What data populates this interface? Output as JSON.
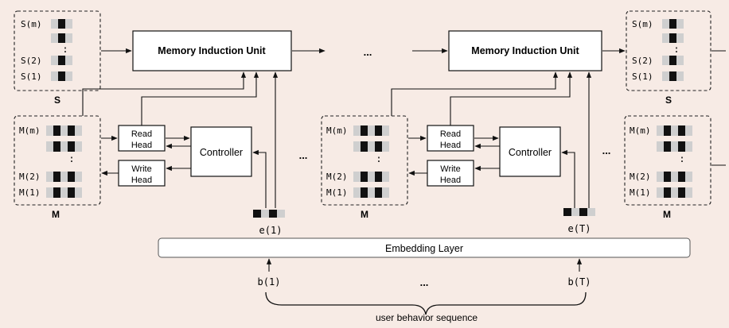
{
  "colors": {
    "background": "#f7ebe5",
    "cell_dark": "#111111",
    "cell_light": "#cfcfcf"
  },
  "labels": {
    "miu": "Memory Induction Unit",
    "ellipsis": "...",
    "vellipsis": ":",
    "read_l1": "Read",
    "read_l2": "Head",
    "write_l1": "Write",
    "write_l2": "Head",
    "controller": "Controller",
    "embedding": "Embedding Layer",
    "sequence": "user behavior sequence",
    "s_m": "S(m)",
    "s_2": "S(2)",
    "s_1": "S(1)",
    "s": "S",
    "m_m": "M(m)",
    "m_2": "M(2)",
    "m_1": "M(1)",
    "m": "M",
    "e_1": "e(1)",
    "e_T": "e(T)",
    "b_1": "b(1)",
    "b_T": "b(T)"
  }
}
